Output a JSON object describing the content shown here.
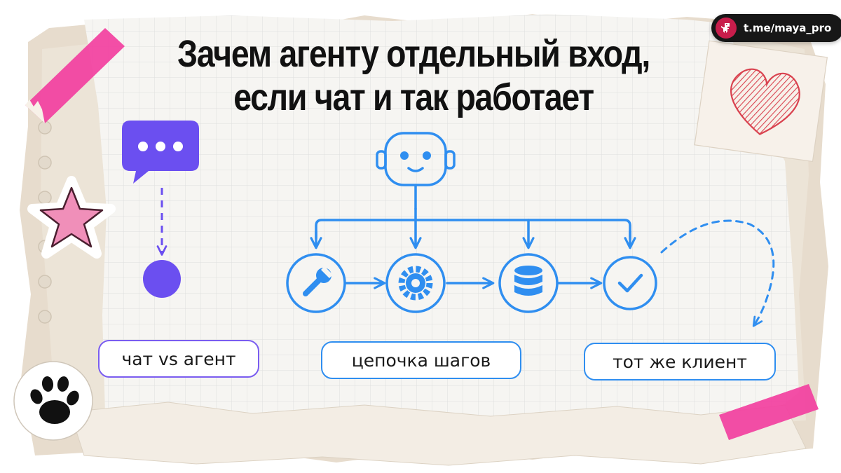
{
  "title": {
    "line1": "Зачем агенту отдельный вход,",
    "line2": "если чат и так работает"
  },
  "channel": {
    "handle": "t.me/maya_pro",
    "icon": "dino-icon"
  },
  "labels": {
    "chat_vs_agent": "чат vs агент",
    "step_chain": "цепочка шагов",
    "same_client": "тот же клиент"
  },
  "steps": [
    {
      "icon": "wrench-icon"
    },
    {
      "icon": "gear-icon"
    },
    {
      "icon": "database-icon"
    },
    {
      "icon": "check-icon"
    }
  ],
  "colors": {
    "agent_blue": "#2f8ef0",
    "chat_purple": "#6b4ff0",
    "tape_pink": "#f23fa0",
    "heart_red": "#e24a5b",
    "paper": "#f6f5f2",
    "grid": "#dcdcdc"
  }
}
